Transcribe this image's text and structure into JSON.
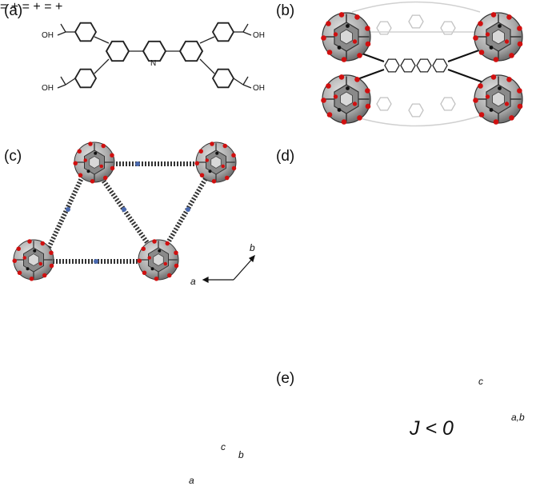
{
  "panels": {
    "a": {
      "label": "(a)",
      "acid_label": "OH",
      "ring_n": "N"
    },
    "b": {
      "label": "(b)"
    },
    "c": {
      "label": "(c)",
      "axis_a": "a",
      "axis_b": "b",
      "axis3_a": "a",
      "axis3_b": "b",
      "axis3_c": "c"
    },
    "d": {
      "label": "(d)",
      "equals": "=",
      "plus": "+"
    },
    "e": {
      "label": "(e)",
      "axis_c": "c",
      "axis_ab": "a,b",
      "j_text": "J < 0"
    }
  },
  "colors": {
    "lobe_red": "#c22a2a",
    "lobe_blue": "#4a4ac8",
    "lobe_purple": "#8a3c8a",
    "oxygen": "#d01010",
    "cluster_gray": "#9a9a9a"
  }
}
